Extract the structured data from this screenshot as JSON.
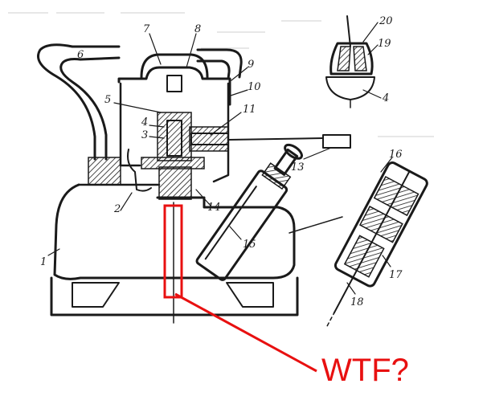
{
  "diagram": {
    "part_labels": {
      "p1": "1",
      "p2": "2",
      "p3": "3",
      "p4": "4",
      "p4b": "4",
      "p5": "5",
      "p6": "6",
      "p7": "7",
      "p8": "8",
      "p9": "9",
      "p10": "10",
      "p11": "11",
      "p13": "13",
      "p14": "14",
      "p15": "15",
      "p16": "16",
      "p17": "17",
      "p18": "18",
      "p19": "19",
      "p20": "20"
    }
  },
  "annotation": {
    "text": "WTF?",
    "color": "#e81010"
  }
}
